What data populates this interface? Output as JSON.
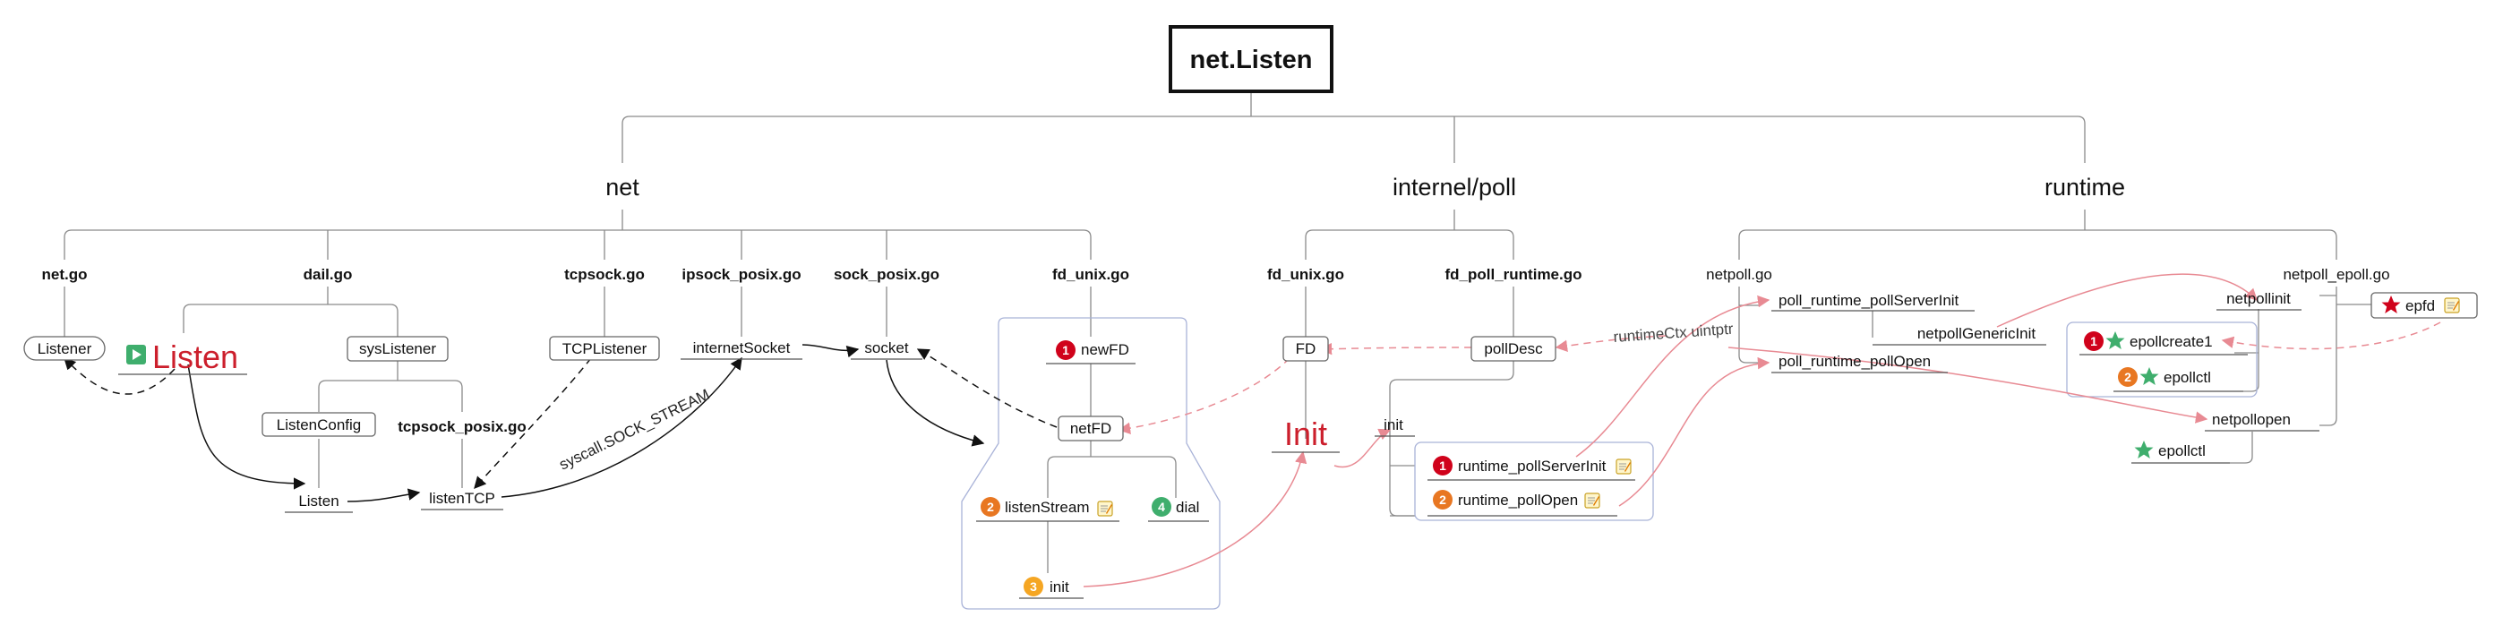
{
  "root": "net.Listen",
  "packages": {
    "net": "net",
    "poll": "internel/poll",
    "runtime": "runtime"
  },
  "files": {
    "net_go": "net.go",
    "dail_go": "dail.go",
    "tcpsock_go": "tcpsock.go",
    "ipsock_posix_go": "ipsock_posix.go",
    "sock_posix_go": "sock_posix.go",
    "fd_unix_go": "fd_unix.go",
    "poll_fd_unix_go": "fd_unix.go",
    "fd_poll_runtime_go": "fd_poll_runtime.go",
    "netpoll_go": "netpoll.go",
    "netpoll_epoll_go": "netpoll_epoll.go",
    "tcpsock_posix_go": "tcpsock_posix.go"
  },
  "nodes": {
    "listener": "Listener",
    "listen_big": "Listen",
    "syslistener": "sysListener",
    "listenconfig": "ListenConfig",
    "listen": "Listen",
    "listentcp": "listenTCP",
    "tcplistener": "TCPListener",
    "internetsocket": "internetSocket",
    "socket": "socket",
    "newfd": "newFD",
    "netfd": "netFD",
    "listenstream": "listenStream",
    "dial": "dial",
    "init_net": "init",
    "fd": "FD",
    "init_big": "Init",
    "polldesc": "pollDesc",
    "init_poll": "init",
    "rt_serverinit": "runtime_pollServerInit",
    "rt_pollopen": "runtime_pollOpen",
    "poll_serverinit": "poll_runtime_pollServerInit",
    "netpollgenericinit": "netpollGenericInit",
    "poll_pollopen": "poll_runtime_pollOpen",
    "netpollinit": "netpollinit",
    "epollcreate1": "epollcreate1",
    "epollctl_grp": "epollctl",
    "netpollopen": "netpollopen",
    "epollctl": "epollctl",
    "epfd": "epfd"
  },
  "badges": {
    "newfd": "1",
    "listenstream": "2",
    "dial": "4",
    "init_net": "3",
    "rt_serverinit": "1",
    "rt_pollopen": "2",
    "epollcreate1": "1",
    "epollctl_grp": "2"
  },
  "edge_labels": {
    "syscall": "syscall.SOCK_STREAM",
    "runtimectx": "runtimeCtx uintptr"
  },
  "colors": {
    "badge_red": "#d0021b",
    "badge_orange": "#e87722",
    "badge_green": "#3fae6d",
    "badge_yellow": "#f5a623",
    "star_green": "#3fae6d",
    "star_red": "#d0021b",
    "accent_red": "#cc1f2c",
    "group_border": "#a9b3d8",
    "red_arrow": "#e88a93"
  },
  "icons": {
    "play": "play-icon",
    "note": "note-icon",
    "star": "star-icon"
  }
}
